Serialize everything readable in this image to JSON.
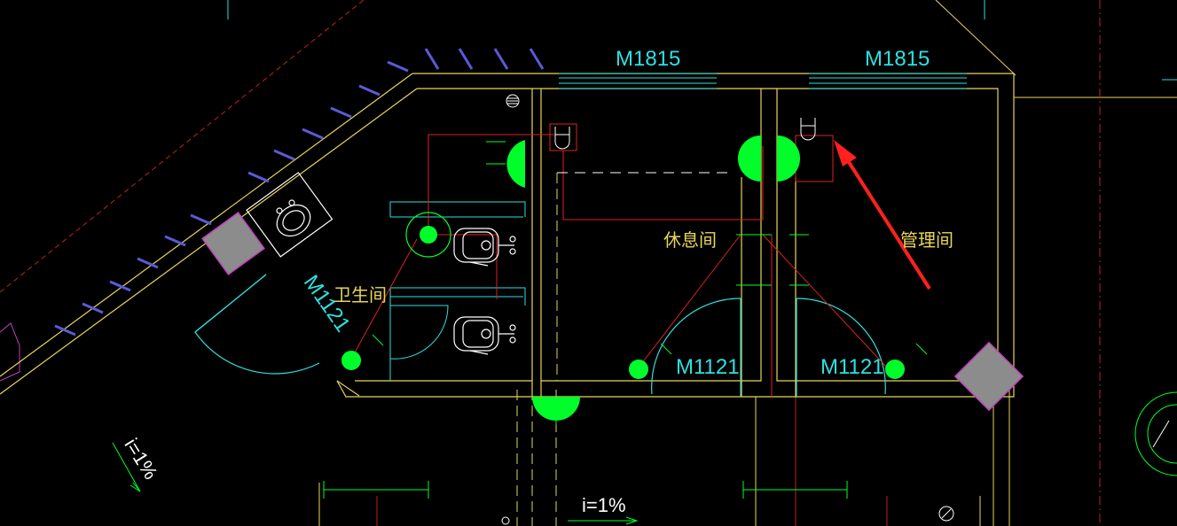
{
  "colors": {
    "background": "#000000",
    "wall": "#e8d55a",
    "door": "#2ee0e0",
    "pipe": "#e02020",
    "fixture": "#ffffff",
    "fixture_green": "#00ff2a",
    "window_hatch": "#5a5ad8",
    "column": "#8c8c8c",
    "column_edge": "#c040c0",
    "arrow": "#ff2020",
    "room_text": "#e8d55a"
  },
  "labels": {
    "door_m1815_left": "M1815",
    "door_m1815_right": "M1815",
    "door_m1121_diag": "M1121",
    "door_m1121_mid": "M1121",
    "door_m1121_right": "M1121",
    "room_toilet": "卫生间",
    "room_rest": "休息间",
    "room_admin": "管理间",
    "slope_left": "i=1%",
    "slope_bottom": "i=1%"
  },
  "icons": {
    "annotation": "red-arrow-icon",
    "fixture": "urinal-icon",
    "sink": "washbasin-icon",
    "drain": "floor-drain-icon"
  }
}
